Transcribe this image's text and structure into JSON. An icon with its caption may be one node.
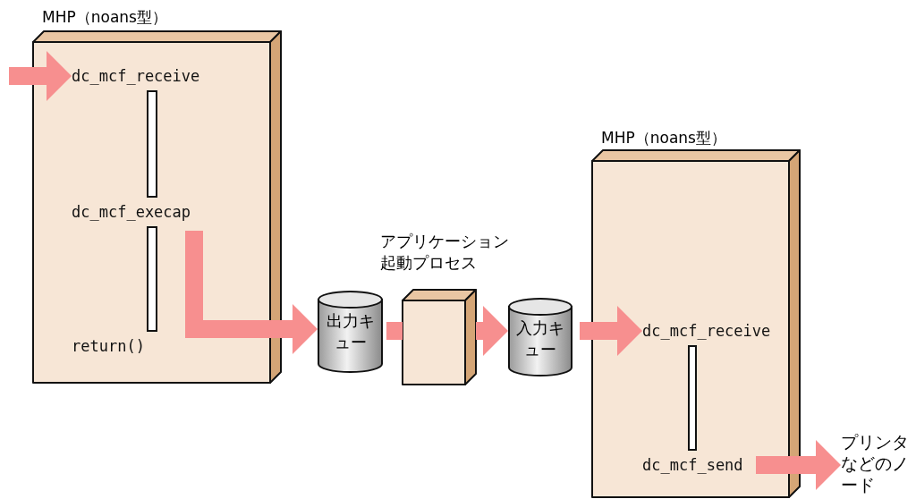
{
  "diagram": {
    "nodes": [
      {
        "text": [
          "MHP（noans型）"
        ]
      },
      {
        "text": [
          "dc_mcf_receive"
        ],
        "in": 0
      },
      {
        "text": [
          "dc_mcf_execap"
        ],
        "in": 0
      },
      {
        "text": [
          "return()"
        ],
        "in": 0
      },
      {
        "text": [
          "出力キュー"
        ]
      },
      {
        "text": [
          "アプリケーション起動プロセス"
        ]
      },
      {
        "text": [
          "入力キュー"
        ]
      },
      {
        "text": [
          "MHP（noans型）"
        ]
      },
      {
        "text": [
          "dc_mcf_receive"
        ],
        "in": 7
      },
      {
        "text": [
          "dc_mcf_send"
        ],
        "in": 7
      },
      {
        "text": [
          "プリンタなどのノード"
        ]
      }
    ],
    "edges": [
      {
        "from": null,
        "to": 1,
        "arrow": "to"
      },
      {
        "from": 2,
        "to": 4,
        "arrow": "to"
      },
      {
        "from": 4,
        "to": 5,
        "arrow": "none"
      },
      {
        "from": 5,
        "to": 6,
        "arrow": "to"
      },
      {
        "from": 6,
        "to": 8,
        "arrow": "to"
      },
      {
        "from": 9,
        "to": 10,
        "arrow": "to"
      },
      {
        "from": 1,
        "to": 2,
        "arrow": "none",
        "color": "#ffffff"
      },
      {
        "from": 2,
        "to": 3,
        "arrow": "none",
        "color": "#ffffff"
      },
      {
        "from": 8,
        "to": 9,
        "arrow": "none",
        "color": "#ffffff"
      }
    ]
  }
}
